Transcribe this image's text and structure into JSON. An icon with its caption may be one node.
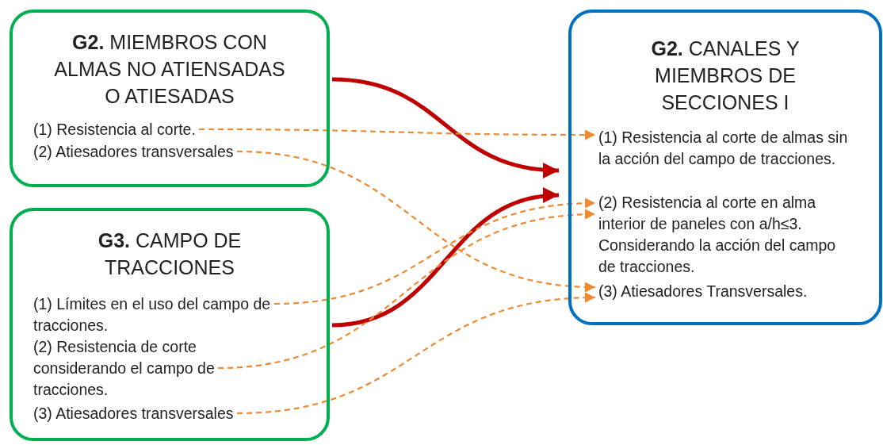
{
  "diagram": {
    "nodes": [
      {
        "text": [
          "**G2.** MIEMBROS CON ALMAS NO ATIENSADAS O ATIESADAS"
        ]
      },
      {
        "text": [
          "(1) Resistencia al corte."
        ],
        "in": 0
      },
      {
        "text": [
          "(2) Atiesadores transversales"
        ],
        "in": 0
      },
      {
        "text": [
          "**G3.** CAMPO DE TRACCIONES"
        ]
      },
      {
        "text": [
          "(1) Límites en el uso del campo de tracciones."
        ],
        "in": 3
      },
      {
        "text": [
          "(2) Resistencia de corte considerando el campo de tracciones."
        ],
        "in": 3
      },
      {
        "text": [
          "(3) Atiesadores transversales"
        ],
        "in": 3
      },
      {
        "text": [
          "**G2.** CANALES Y MIEMBROS DE SECCIONES I"
        ]
      },
      {
        "text": [
          "(1) Resistencia al corte de almas sin la acción del campo de tracciones."
        ],
        "in": 7
      },
      {
        "text": [
          "(2) Resistencia al corte en alma interior de paneles con a/h≤3. Considerando la acción del campo de tracciones."
        ],
        "in": 7
      },
      {
        "text": [
          "(3) Atiesadores Transversales."
        ],
        "in": 7
      }
    ],
    "edges": [
      {
        "from": 0,
        "to": 7,
        "arrow": "to",
        "style": "thick",
        "color": "#c00000"
      },
      {
        "from": 3,
        "to": 7,
        "arrow": "to",
        "style": "thick",
        "color": "#c00000"
      },
      {
        "from": 1,
        "to": 8,
        "arrow": "to",
        "style": "dashed"
      },
      {
        "from": 2,
        "to": 10,
        "arrow": "to",
        "style": "dashed"
      },
      {
        "from": 4,
        "to": 9,
        "arrow": "to",
        "style": "dashed"
      },
      {
        "from": 5,
        "to": 9,
        "arrow": "to",
        "style": "dashed"
      },
      {
        "from": 6,
        "to": 10,
        "arrow": "to",
        "style": "dashed"
      }
    ]
  }
}
